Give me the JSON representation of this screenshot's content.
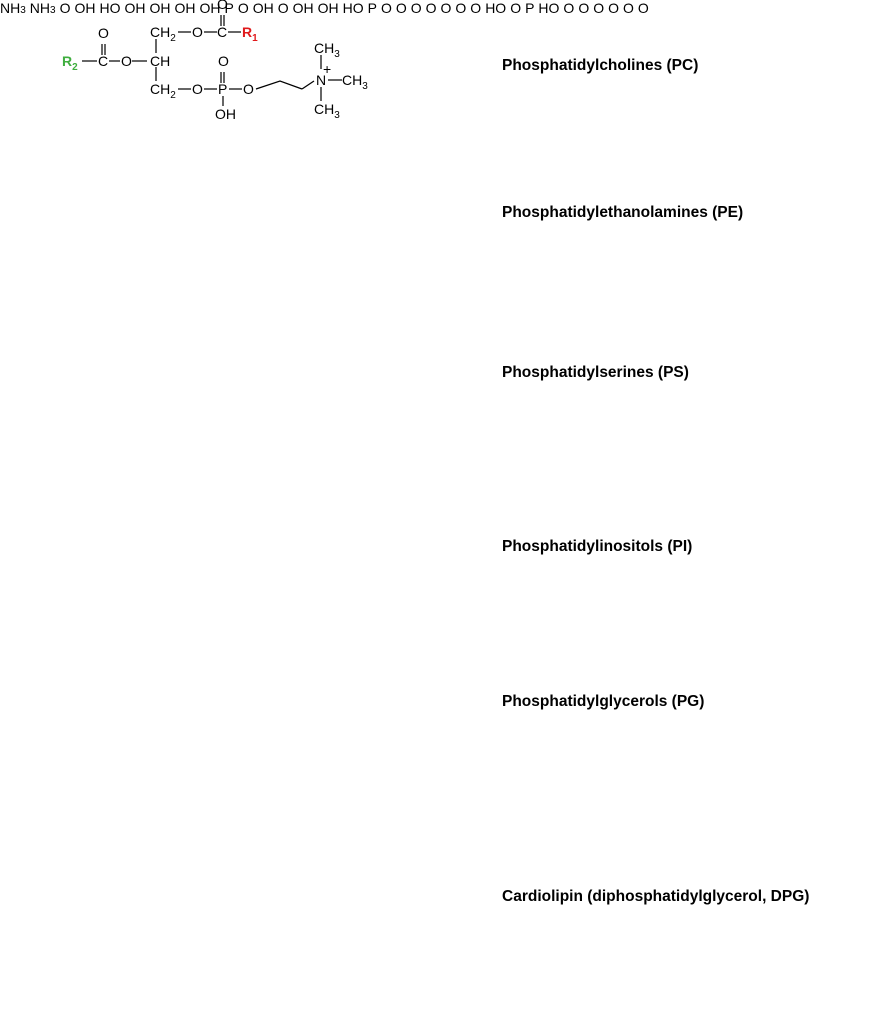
{
  "labels": {
    "pc": "Phosphatidylcholines (PC)",
    "pe": "Phosphatidylethanolamines (PE)",
    "ps": "Phosphatidylserines (PS)",
    "pi": "Phosphatidylinositols (PI)",
    "pg": "Phosphatidylglycerols (PG)",
    "cl": "Cardiolipin (diphosphatidylglycerol, DPG)"
  },
  "atoms": {
    "o": "O",
    "c": "C",
    "ch": "CH",
    "ch2": "CH",
    "sub2": "2",
    "p": "P",
    "oh": "OH",
    "ho": "HO",
    "r": "R",
    "sub1": "1",
    "n": "N",
    "ch3": "CH",
    "sub3": "3",
    "nh3": "NH"
  },
  "colors": {
    "r1": "#e0191b",
    "r2": "#3fae3f"
  }
}
